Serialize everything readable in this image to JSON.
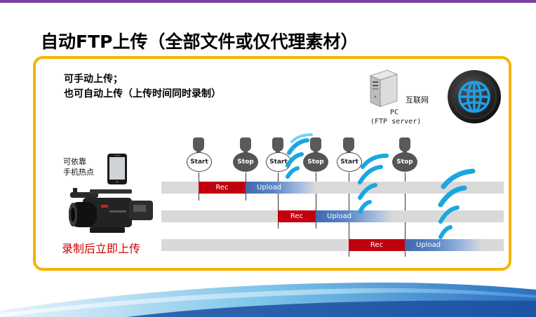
{
  "title": "自动FTP上传（全部文件或仅代理素材）",
  "desc": {
    "line1": "可手动上传；",
    "line2": "也可自动上传（上传时间同时录制）"
  },
  "server": {
    "pc": "PC",
    "ftp": "(FTP server)",
    "internet": "互联网"
  },
  "camera": {
    "hotspot1": "可依靠",
    "hotspot2": "手机热点",
    "caption": "录制后立即上传"
  },
  "buttons": {
    "start": "Start",
    "stop": "Stop"
  },
  "lanes": [
    {
      "rec": "Rec",
      "upload": "Upload"
    },
    {
      "rec": "Rec",
      "upload": "Upload"
    },
    {
      "rec": "Rec",
      "upload": "Upload"
    }
  ],
  "colors": {
    "accent_border": "#f5b400",
    "rec": "#c0000f",
    "upload": "#4169b0",
    "wave": "#1aa7e0"
  },
  "icons": [
    "pc-tower-icon",
    "globe-icon",
    "smartphone-icon",
    "camcorder-icon",
    "finger-press-icon",
    "wireless-waves-icon"
  ]
}
